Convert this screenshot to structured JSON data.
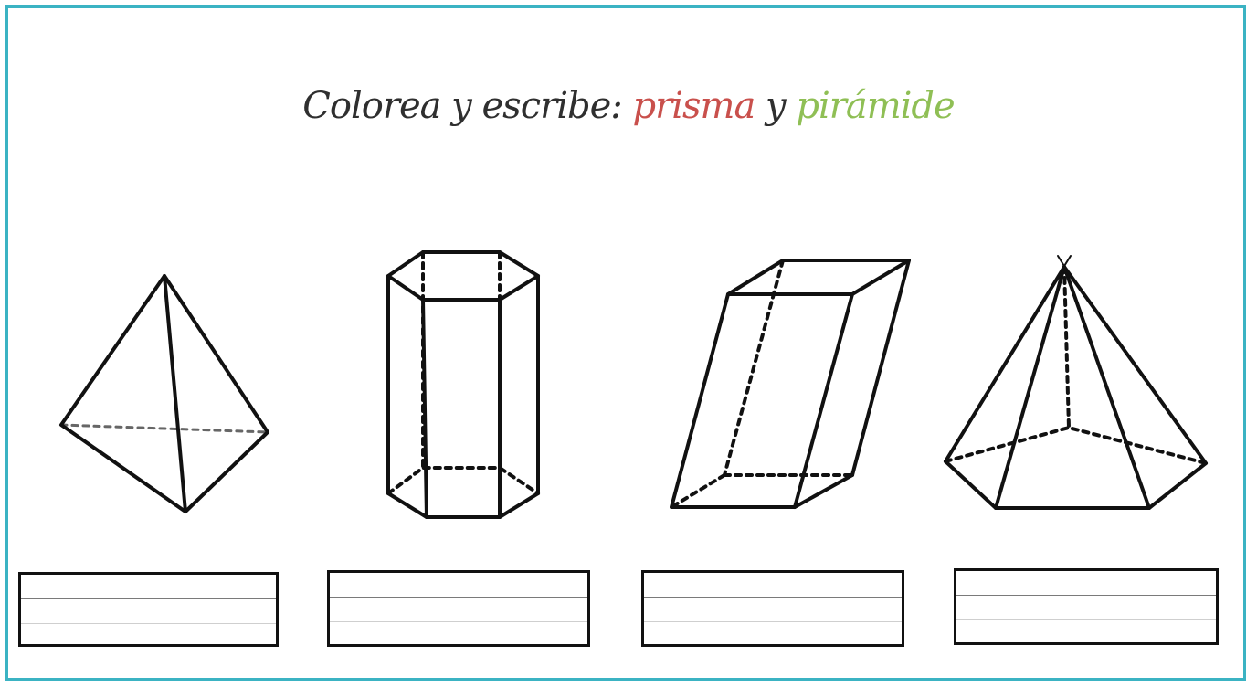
{
  "title": {
    "prefix": "Colorea y escribe: ",
    "word1": "prisma",
    "connector": " y ",
    "word2": "pirámide"
  },
  "colors": {
    "frame": "#3bb3c3",
    "word1": "#c9504c",
    "word2": "#8fbf55",
    "text": "#2f2f2f"
  },
  "shapes": [
    "triangular-pyramid",
    "hexagonal-prism",
    "oblique-rectangular-prism",
    "pentagonal-pyramid"
  ]
}
